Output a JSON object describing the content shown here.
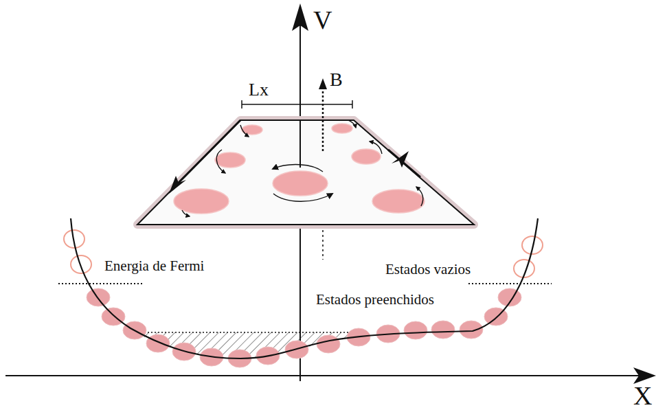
{
  "diagram": {
    "labels": [
      "V",
      "B",
      "Lx",
      "Energia de Fermi",
      "Estados vazios",
      "Estados preenchidos",
      "X"
    ]
  }
}
